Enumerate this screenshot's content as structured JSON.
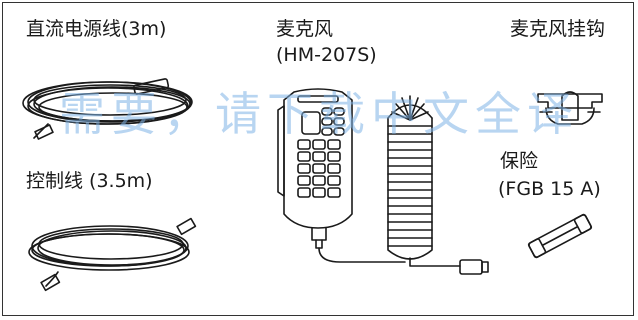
{
  "labels": {
    "power_cable": "直流电源线(3m)",
    "mic_title": "麦克风",
    "mic_model": "(HM-207S)",
    "hanger": "麦克风挂钩",
    "control_cable": "控制线 (3.5m)",
    "fuse_title": "保险",
    "fuse_model": "(FGB 15 A)"
  },
  "watermark": "需要，请下载中文全译",
  "colors": {
    "ink": "#1a1a1a",
    "watermark": "#7fb3e6"
  }
}
